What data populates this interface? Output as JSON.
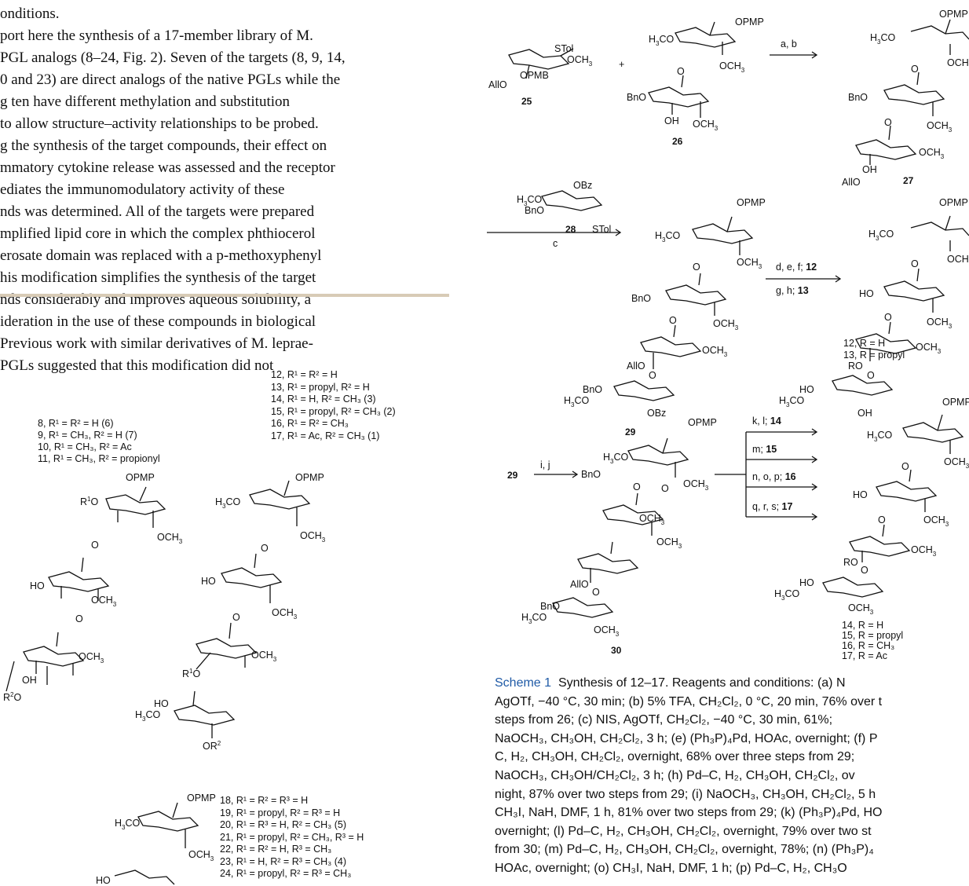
{
  "body": {
    "lines": [
      "onditions.",
      "port here the synthesis of a 17-member library of M.",
      "PGL analogs (8–24, Fig. 2). Seven of the targets (8, 9, 14,",
      "0 and 23) are direct analogs of the native PGLs while the",
      "g ten have different methylation and substitution",
      "to allow structure–activity relationships to be probed.",
      "g the synthesis of the target compounds, their effect on",
      "mmatory cytokine release was assessed and the receptor",
      "ediates the immunomodulatory activity of these",
      "nds was determined. All of the targets were prepared",
      "mplified lipid core in which the complex phthiocerol",
      "erosate domain was replaced with a p-methoxyphenyl",
      "his modification simplifies the synthesis of the target",
      "nds considerably and improves aqueous solubility, a",
      "ideration in the use of these compounds in biological",
      "Previous work with similar derivatives of M. leprae-",
      " PGLs suggested that this modification did not"
    ]
  },
  "fig2": {
    "labels_a": [
      "8, R¹ = R² = H (6)",
      "9, R¹ = CH₃, R² = H (7)",
      "10, R¹ = CH₃, R² = Ac",
      "11, R¹ = CH₃, R² = propionyl"
    ],
    "labels_b": [
      "12, R¹ = R² = H",
      "13, R¹ = propyl, R² = H",
      "14, R¹ = H, R² = CH₃ (3)",
      "15, R¹ = propyl, R² = CH₃ (2)",
      "16, R¹ = R² = CH₃",
      "17, R¹ = Ac, R² = CH₃ (1)"
    ],
    "labels_c": [
      "18, R¹ = R² = R³ = H",
      "19, R¹ = propyl, R² = R³ = H",
      "20, R¹ = R³ = H, R² = CH₃ (5)",
      "21, R¹ = propyl, R² = CH₃, R³ = H",
      "22, R¹ = R² = H, R³ = CH₃",
      "23, R¹ = H, R² = R³ = CH₃ (4)",
      "24, R¹ = propyl, R² = R³ = CH₃"
    ]
  },
  "scheme": {
    "compounds": [
      "25",
      "26",
      "27",
      "28",
      "29",
      "12",
      "13",
      "30",
      "14",
      "15",
      "16",
      "17"
    ],
    "arrows": [
      "a, b",
      "c",
      "d, e, f; 12",
      "g, h; 13",
      "i, j",
      "k, l; 14",
      "m; 15",
      "n, o, p; 16",
      "q, r, s; 17"
    ],
    "r_labels_1": [
      "12, R = H",
      "13, R = propyl"
    ],
    "r_labels_2": [
      "14, R = H",
      "15, R = propyl",
      "16, R = CH₃",
      "17, R = Ac"
    ]
  },
  "caption": {
    "label": "Scheme 1",
    "lines": [
      "Synthesis of 12–17. Reagents and conditions: (a) N",
      "AgOTf, −40 °C, 30 min; (b) 5% TFA, CH₂Cl₂, 0 °C, 20 min, 76% over t",
      "steps from 26; (c) NIS, AgOTf, CH₂Cl₂, −40 °C, 30 min, 61%;",
      "NaOCH₃, CH₃OH, CH₂Cl₂, 3 h; (e) (Ph₃P)₄Pd, HOAc, overnight; (f) P",
      "C, H₂, CH₃OH, CH₂Cl₂, overnight, 68% over three steps from 29;",
      "NaOCH₃, CH₃OH/CH₂Cl₂, 3 h; (h) Pd–C, H₂, CH₃OH, CH₂Cl₂, ov",
      "night, 87% over two steps from 29; (i) NaOCH₃, CH₃OH, CH₂Cl₂, 5 h",
      "CH₃I, NaH, DMF, 1 h, 81% over two steps from 29; (k) (Ph₃P)₄Pd, HO",
      "overnight; (l) Pd–C, H₂, CH₃OH, CH₂Cl₂, overnight, 79% over two st",
      "from 30; (m) Pd–C, H₂, CH₃OH, CH₂Cl₂, overnight, 78%; (n) (Ph₃P)₄",
      "HOAc, overnight; (o) CH₃I, NaH, DMF, 1 h; (p) Pd–C, H₂, CH₃O"
    ]
  }
}
